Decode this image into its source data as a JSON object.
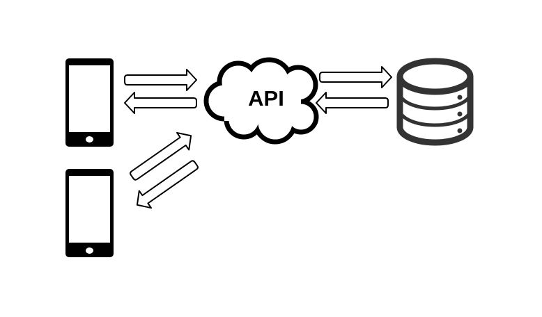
{
  "api_cloud": {
    "label": "API",
    "icon": "cloud-icon"
  },
  "devices": [
    {
      "icon": "smartphone-icon"
    },
    {
      "icon": "smartphone-icon"
    }
  ],
  "database": {
    "icon": "database-icon"
  },
  "arrows": [
    {
      "name": "phone-top-to-api-arrow",
      "direction": "right"
    },
    {
      "name": "api-to-phone-top-arrow",
      "direction": "left"
    },
    {
      "name": "phone-bottom-to-api-arrow",
      "direction": "up-right"
    },
    {
      "name": "api-to-phone-bottom-arrow",
      "direction": "down-left"
    },
    {
      "name": "api-to-database-arrow",
      "direction": "right"
    },
    {
      "name": "database-to-api-arrow",
      "direction": "left"
    }
  ],
  "colors": {
    "stroke": "#000000",
    "database": "#333333",
    "background": "#ffffff"
  }
}
